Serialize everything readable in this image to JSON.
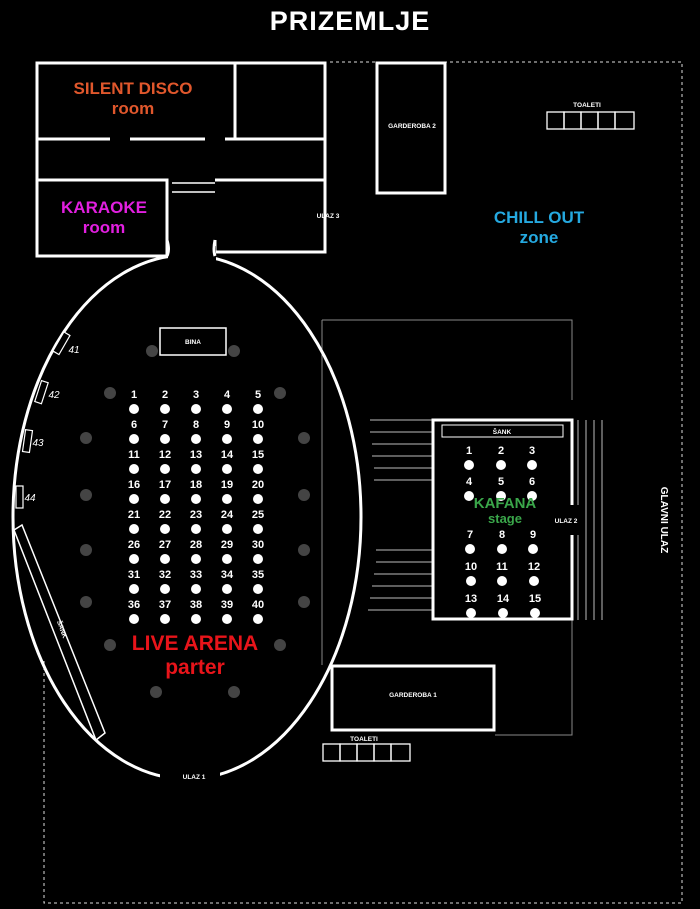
{
  "title": "PRIZEMLJE",
  "zones": {
    "silent_disco": {
      "line1": "SILENT DISCO",
      "line2": "room",
      "color": "#e0572c"
    },
    "karaoke": {
      "line1": "KARAOKE",
      "line2": "room",
      "color": "#e21fe0"
    },
    "chill_out": {
      "line1": "CHILL OUT",
      "line2": "zone",
      "color": "#25a9e0"
    },
    "live_arena": {
      "line1": "LIVE ARENA",
      "line2": "parter",
      "color": "#e8141a"
    },
    "kafana": {
      "line1": "KAFANA",
      "line2": "stage",
      "color": "#3aa64a"
    }
  },
  "labels": {
    "garderoba_2": "GARDEROBA 2",
    "garderoba_1": "GARDEROBA 1",
    "toaleti_top": "TOALETI",
    "toaleti_bottom": "TOALETI",
    "ulaz_1": "ULAZ 1",
    "ulaz_2": "ULAZ 2",
    "ulaz_3": "ULAZ 3",
    "glavni_ulaz": "GLAVNI ULAZ",
    "bina": "BINA",
    "sank_arena": "ŠANK",
    "sank_kafana": "ŠANK"
  },
  "side_tables": [
    "41",
    "42",
    "43",
    "44"
  ],
  "arena_tables": [
    "1",
    "2",
    "3",
    "4",
    "5",
    "6",
    "7",
    "8",
    "9",
    "10",
    "11",
    "12",
    "13",
    "14",
    "15",
    "16",
    "17",
    "18",
    "19",
    "20",
    "21",
    "22",
    "23",
    "24",
    "25",
    "26",
    "27",
    "28",
    "29",
    "30",
    "31",
    "32",
    "33",
    "34",
    "35",
    "36",
    "37",
    "38",
    "39",
    "40"
  ],
  "kafana_tables": [
    "1",
    "2",
    "3",
    "4",
    "5",
    "6",
    "7",
    "8",
    "9",
    "10",
    "11",
    "12",
    "13",
    "14",
    "15"
  ]
}
